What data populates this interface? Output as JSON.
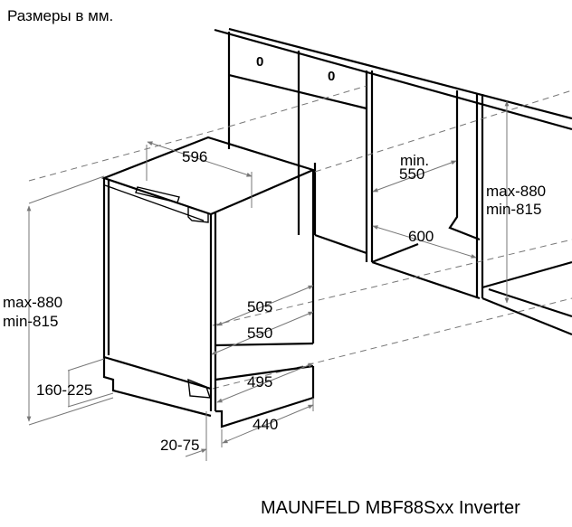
{
  "header": {
    "units_note": "Размеры в мм."
  },
  "caption": {
    "model": "MAUNFELD MBF88Sxx Inverter"
  },
  "colors": {
    "line": "#000000",
    "dimension_line": "#777777",
    "background": "#ffffff"
  },
  "cabinet": {
    "drawer_knobs": [
      "0",
      "0"
    ],
    "niche_depth": {
      "line1": "min.",
      "line2": "550"
    },
    "niche_width": "600",
    "niche_height": {
      "max": "max-880",
      "min": "min-815"
    }
  },
  "appliance": {
    "width": "596",
    "height": {
      "max": "max-880",
      "min": "min-815"
    },
    "plinth_height": "160-225",
    "depth_top": "505",
    "depth_total": "550",
    "depth_lower": "495",
    "plinth_depth": "440",
    "plinth_offset": "20-75"
  }
}
